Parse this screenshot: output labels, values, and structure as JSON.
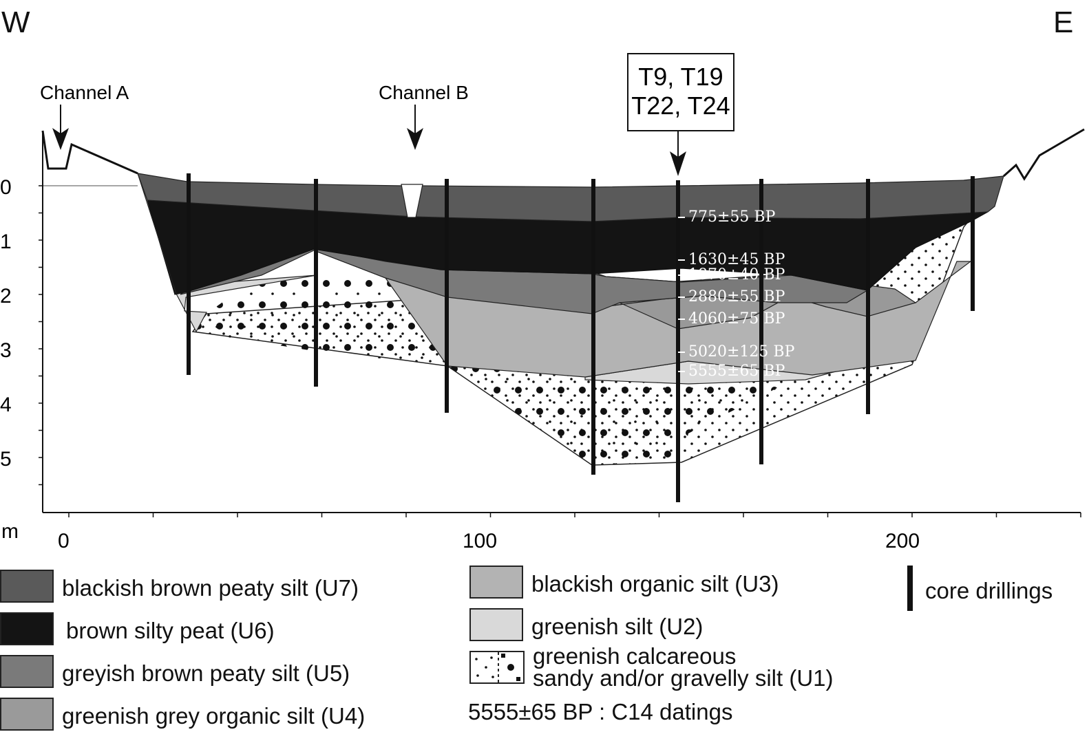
{
  "directions": {
    "west": "W",
    "east": "E"
  },
  "channels": [
    {
      "name": "channel-a",
      "label": "Channel A"
    },
    {
      "name": "channel-b",
      "label": "Channel B"
    }
  ],
  "core_box": {
    "line1": "T9, T19",
    "line2": "T22, T24"
  },
  "y_axis": {
    "unit": "m",
    "ticks": [
      "0",
      "1",
      "2",
      "3",
      "4",
      "5"
    ]
  },
  "x_axis": {
    "ticks": [
      "0",
      "100",
      "200"
    ]
  },
  "datings": [
    "775±55 BP",
    "1630±45 BP",
    "1870±40 BP",
    "2880±55 BP",
    "4060±75 BP",
    "5020±125 BP",
    "5555±65 BP"
  ],
  "legend": {
    "u7": "blackish brown peaty silt (U7)",
    "u6": "brown silty peat (U6)",
    "u5": "greyish brown peaty silt (U5)",
    "u4": "greenish grey organic silt (U4)",
    "u3": "blackish organic silt (U3)",
    "u2": "greenish silt (U2)",
    "u1_line1": "greenish calcareous",
    "u1_line2": "sandy and/or gravelly silt (U1)",
    "c14": "5555±65 BP : C14 datings",
    "core": "core drillings"
  },
  "colors": {
    "u7": "#5a5a5a",
    "u6": "#141414",
    "u5": "#7a7a7a",
    "u4": "#9a9a9a",
    "u3": "#b3b3b3",
    "u2": "#d9d9d9",
    "u1": "#ffffff"
  }
}
